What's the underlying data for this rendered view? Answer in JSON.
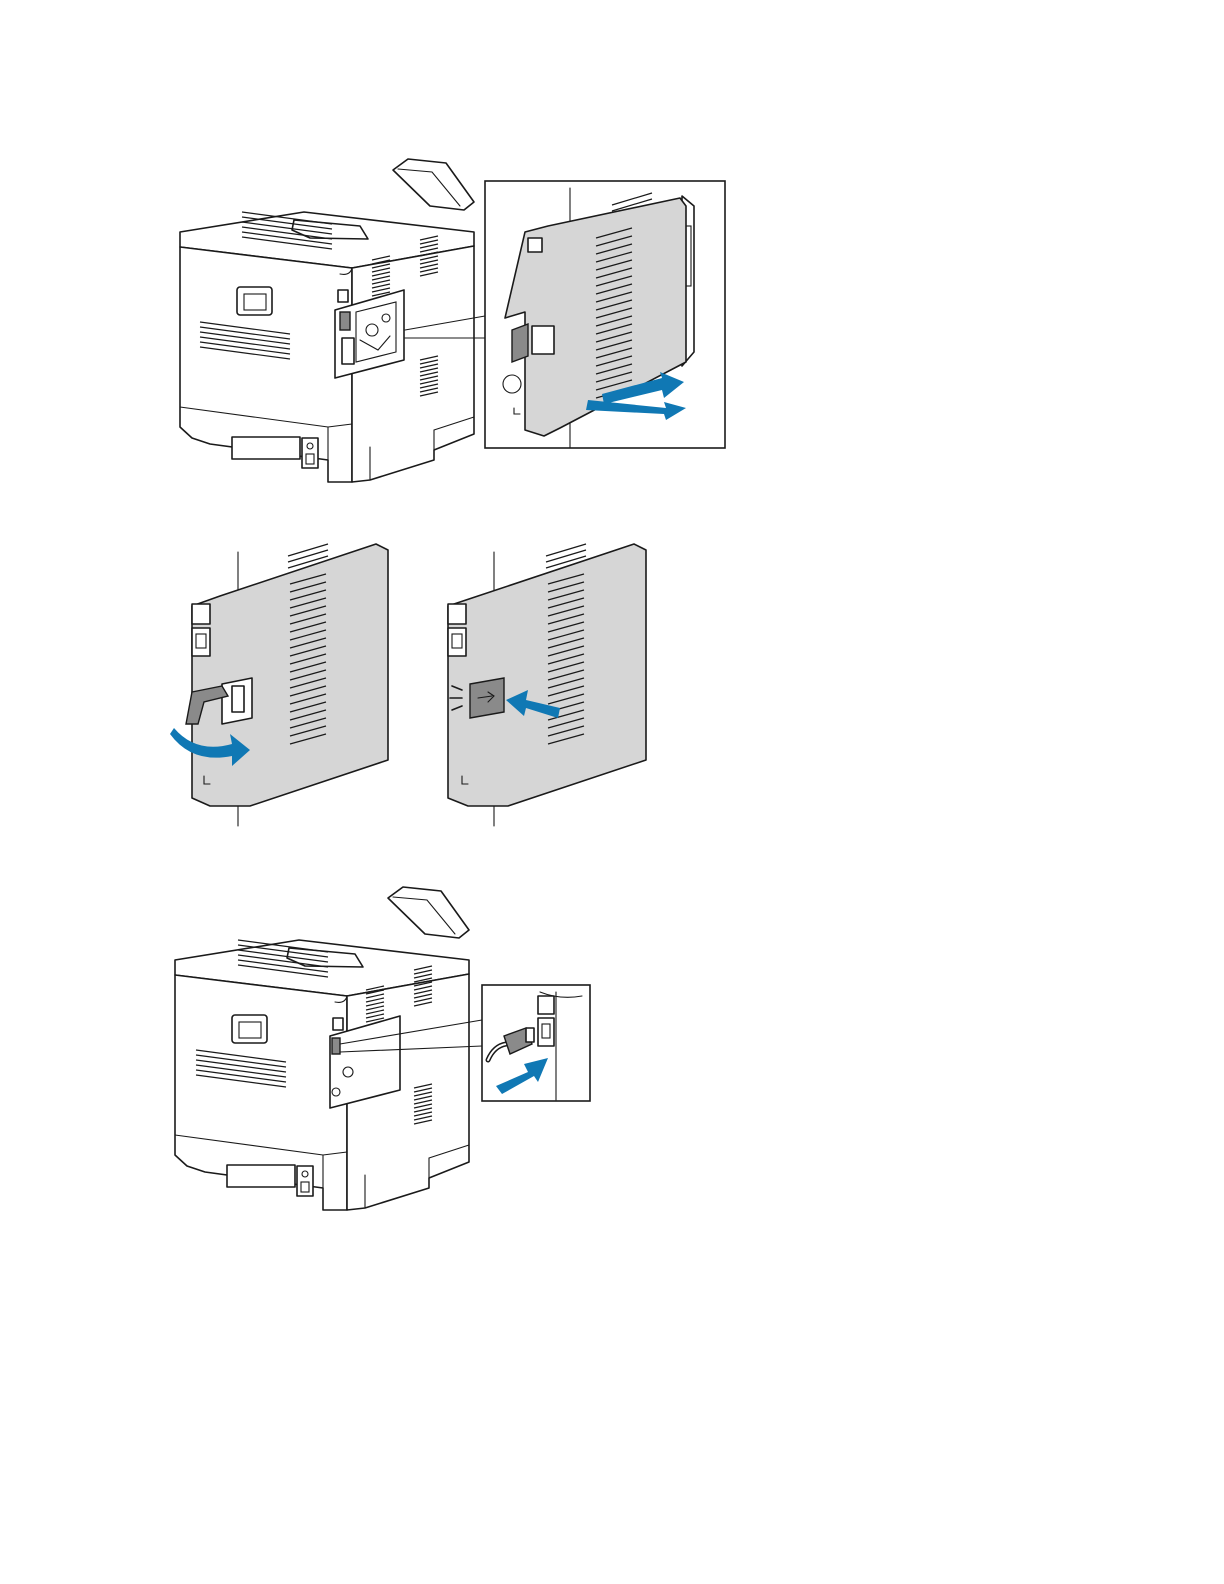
{
  "colors": {
    "arrow": "#1078b4",
    "panel": "#d6d6d6",
    "line": "#1a1a1a",
    "background": "#ffffff"
  },
  "steps": [
    {
      "id": "step-1",
      "action": "slide-cover-closed",
      "icon": "arrow-slide-icon"
    },
    {
      "id": "step-2",
      "action": "rotate-latch-down",
      "icon": "arrow-curved-icon"
    },
    {
      "id": "step-3",
      "action": "press-latch-click",
      "icon": "arrow-push-icon"
    },
    {
      "id": "step-4",
      "action": "connect-cable",
      "icon": "arrow-insert-icon"
    }
  ]
}
